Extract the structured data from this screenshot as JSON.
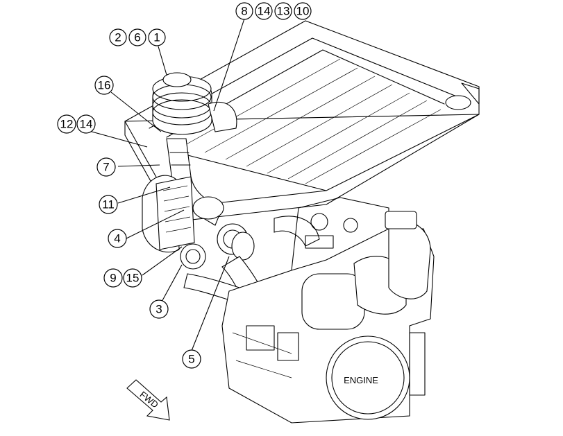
{
  "diagram": {
    "engine_label": "ENGINE",
    "fwd_label": "FWD",
    "callouts": [
      {
        "id": "c-8",
        "label": "8"
      },
      {
        "id": "c-14a",
        "label": "14"
      },
      {
        "id": "c-13",
        "label": "13"
      },
      {
        "id": "c-10",
        "label": "10"
      },
      {
        "id": "c-2",
        "label": "2"
      },
      {
        "id": "c-6",
        "label": "6"
      },
      {
        "id": "c-1",
        "label": "1"
      },
      {
        "id": "c-16",
        "label": "16"
      },
      {
        "id": "c-12",
        "label": "12"
      },
      {
        "id": "c-14b",
        "label": "14"
      },
      {
        "id": "c-7",
        "label": "7"
      },
      {
        "id": "c-11",
        "label": "11"
      },
      {
        "id": "c-4",
        "label": "4"
      },
      {
        "id": "c-9",
        "label": "9"
      },
      {
        "id": "c-15",
        "label": "15"
      },
      {
        "id": "c-3",
        "label": "3"
      },
      {
        "id": "c-5",
        "label": "5"
      }
    ]
  }
}
